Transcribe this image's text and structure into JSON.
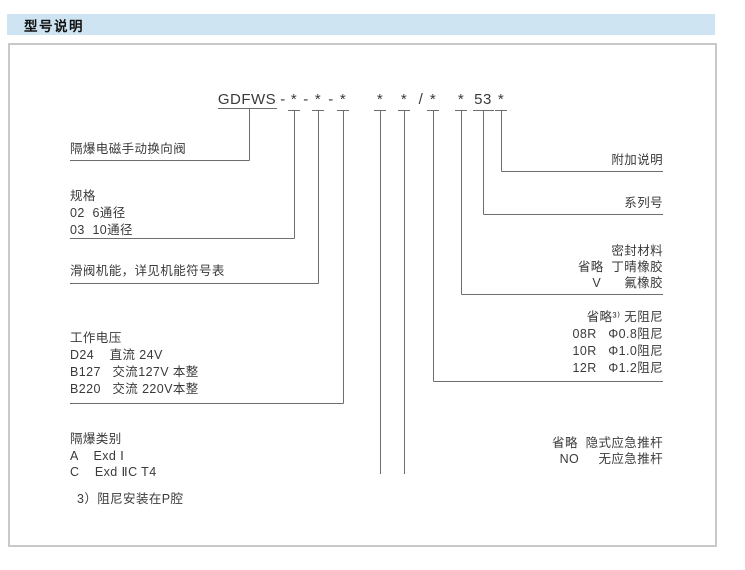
{
  "header": {
    "title": "型号说明"
  },
  "model_code": {
    "segments": [
      "GDFWS",
      "-",
      "*",
      "-",
      "*",
      "-",
      "*",
      "*",
      "*",
      "/",
      "*",
      "*",
      "53",
      "*"
    ]
  },
  "left_blocks": [
    {
      "name": "valve-name",
      "lines": [
        "隔爆电磁手动换向阀"
      ]
    },
    {
      "name": "spec",
      "lines": [
        "规格",
        "02  6通径",
        "03  10通径"
      ]
    },
    {
      "name": "spool-function",
      "lines": [
        "滑阀机能，详见机能符号表"
      ]
    },
    {
      "name": "working-voltage",
      "lines": [
        "工作电压",
        "D24    直流 24V",
        "B127   交流127V 本整",
        "B220   交流 220V本整"
      ]
    },
    {
      "name": "explosion-proof-class",
      "lines": [
        "隔爆类别",
        "A    Exd Ⅰ",
        "C    Exd ⅡC T4"
      ]
    }
  ],
  "right_blocks": [
    {
      "name": "additional-note",
      "lines": [
        "附加说明"
      ]
    },
    {
      "name": "series-number",
      "lines": [
        "系列号"
      ]
    },
    {
      "name": "seal-material",
      "lines": [
        "密封材料",
        "省略  丁晴橡胶",
        "V      氟橡胶"
      ]
    },
    {
      "name": "damping",
      "lines": [
        "省略³⁾ 无阻尼",
        "08R   Φ0.8阻尼",
        "10R   Φ1.0阻尼",
        "12R   Φ1.2阻尼"
      ]
    },
    {
      "name": "emergency-pushrod",
      "lines": [
        "省略  隐式应急推杆",
        "NO     无应急推杆"
      ]
    }
  ],
  "footnote": "3）阻尼安装在P腔",
  "colors": {
    "header_bg": "#cee4f2",
    "box_border": "#c9c9c9",
    "connector_line": "#6e6e6e",
    "text": "#3a3a3a"
  }
}
